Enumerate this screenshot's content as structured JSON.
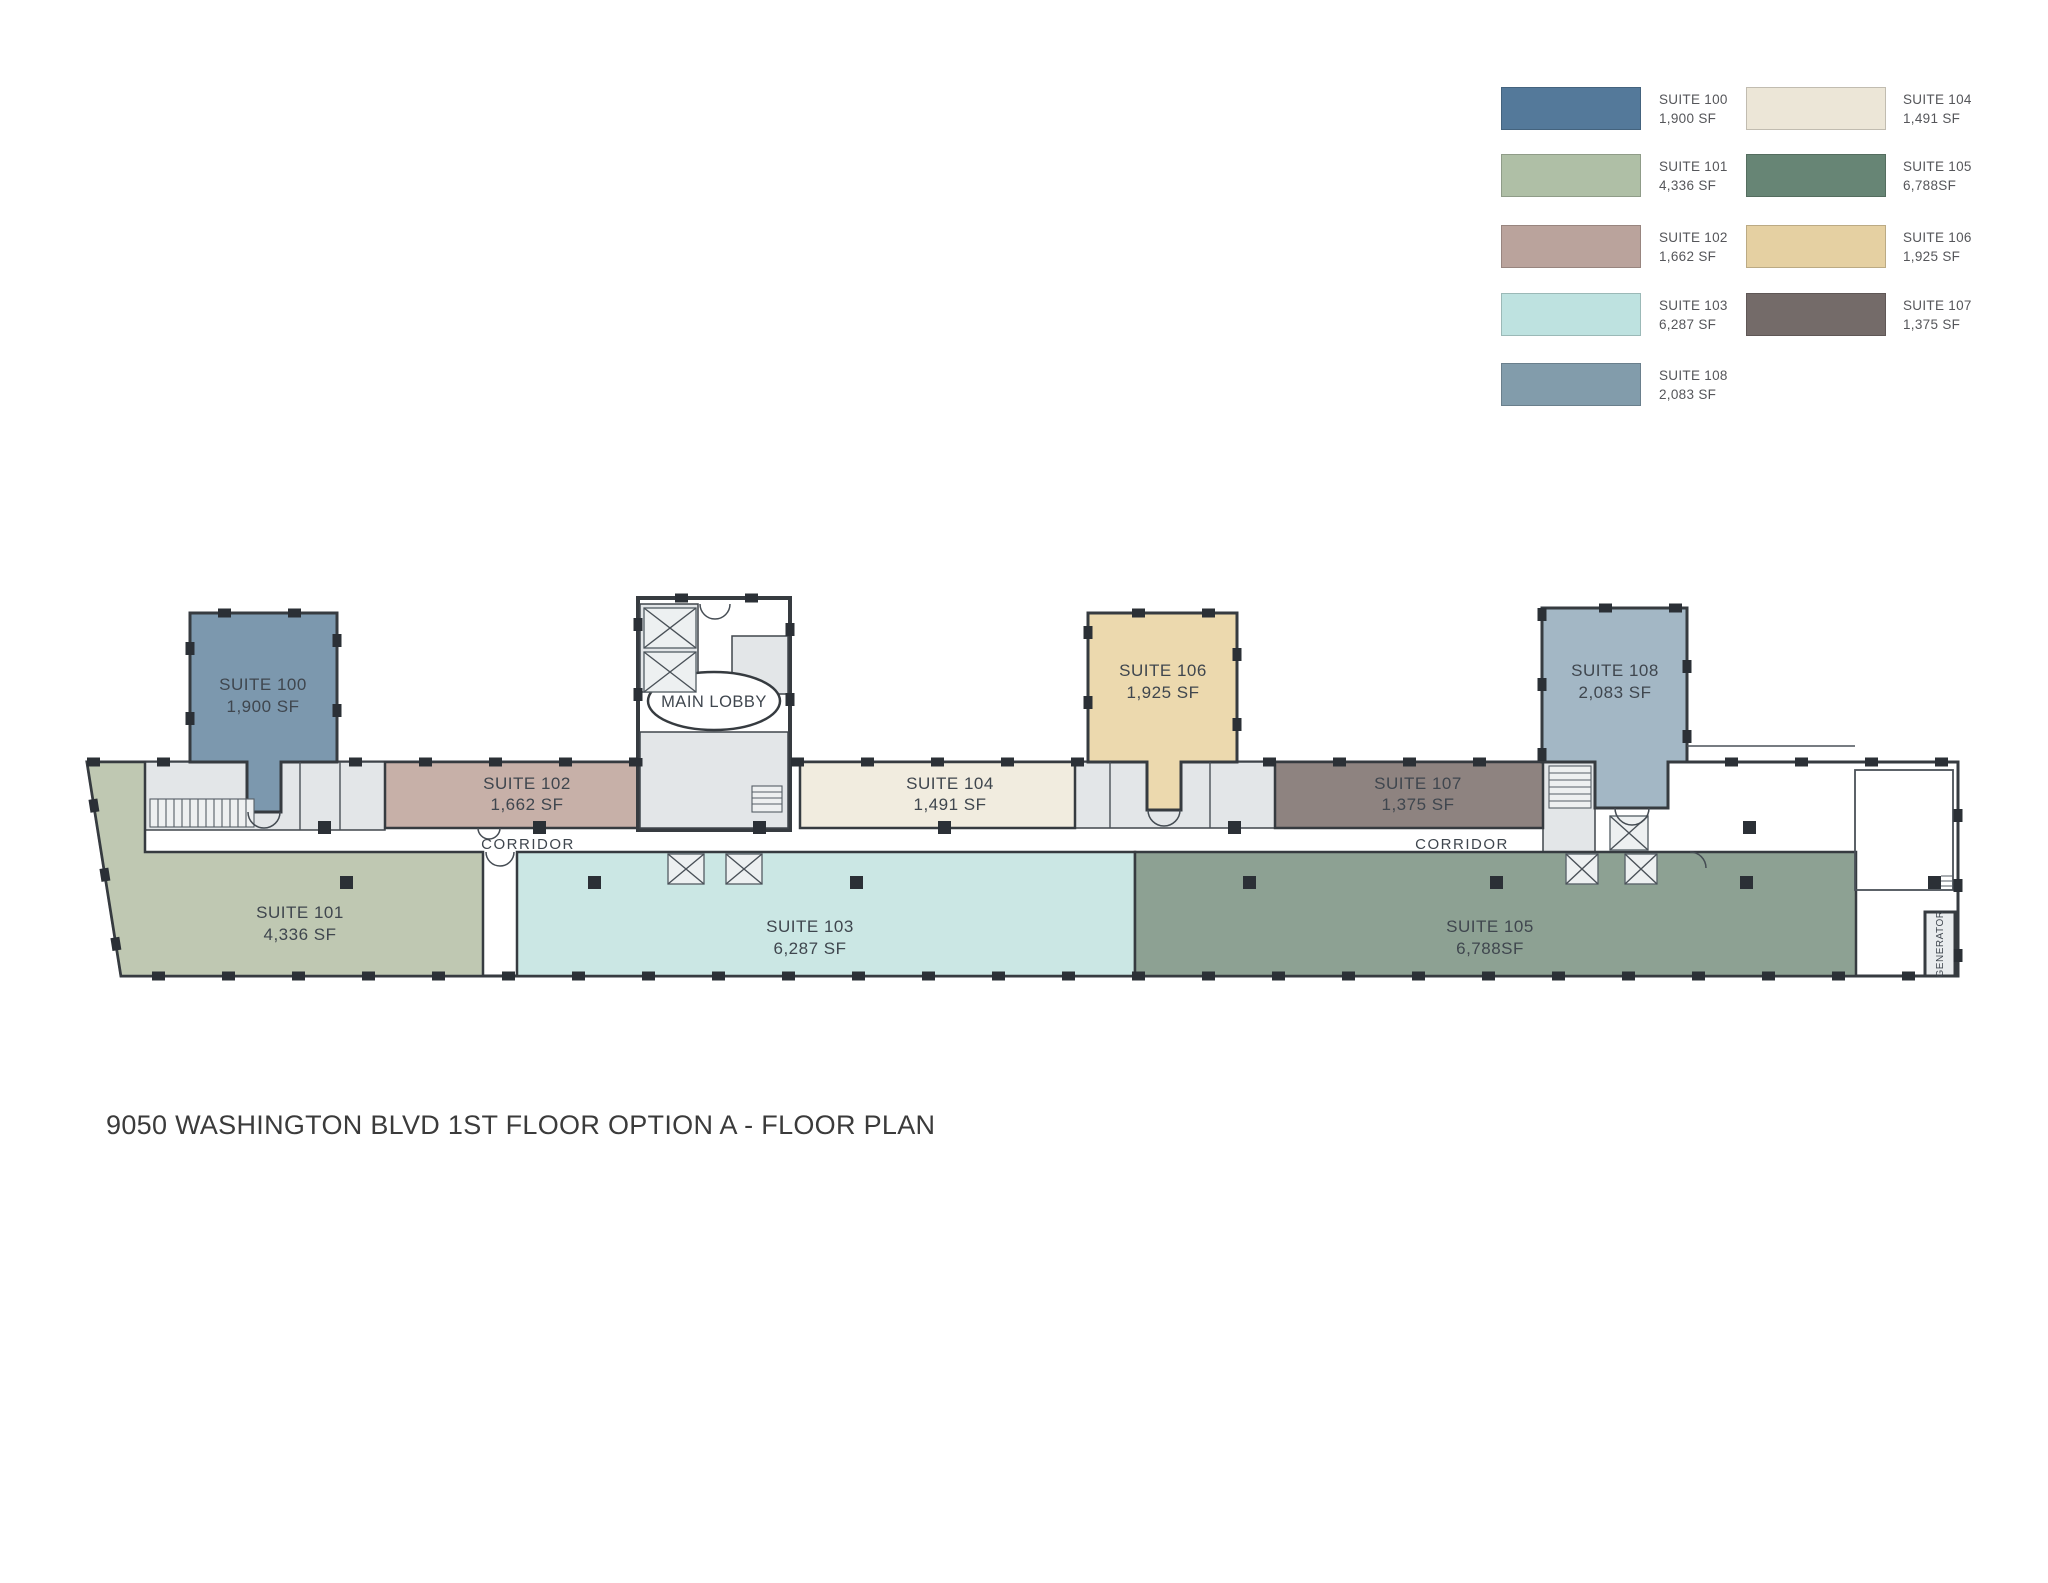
{
  "page": {
    "title": "9050 WASHINGTON BLVD 1ST FLOOR OPTION A - FLOOR PLAN"
  },
  "plan_labels": {
    "main_lobby": "MAIN LOBBY",
    "corridor": "CORRIDOR",
    "generator": "GENERATOR"
  },
  "suites": {
    "s100": {
      "name": "SUITE 100",
      "area": "1,900 SF",
      "legend_color": "#54799a",
      "plan_color": "#7c98ae"
    },
    "s101": {
      "name": "SUITE 101",
      "area": "4,336 SF",
      "legend_color": "#afbfa6",
      "plan_color": "#bfc8b2"
    },
    "s102": {
      "name": "SUITE 102",
      "area": "1,662 SF",
      "legend_color": "#baa39c",
      "plan_color": "#c7b0a8"
    },
    "s103": {
      "name": "SUITE 103",
      "area": "6,287 SF",
      "legend_color": "#bee2e0",
      "plan_color": "#cbe7e4"
    },
    "s104": {
      "name": "SUITE 104",
      "area": "1,491 SF",
      "legend_color": "#ece6d7",
      "plan_color": "#f1ecdf"
    },
    "s105": {
      "name": "SUITE 105",
      "area": "6,788SF",
      "legend_color": "#678575",
      "plan_color": "#8da193"
    },
    "s106": {
      "name": "SUITE 106",
      "area": "1,925 SF",
      "legend_color": "#e5d0a2",
      "plan_color": "#ecd9ae"
    },
    "s107": {
      "name": "SUITE 107",
      "area": "1,375 SF",
      "legend_color": "#746b69",
      "plan_color": "#8e8380"
    },
    "s108": {
      "name": "SUITE 108",
      "area": "2,083 SF",
      "legend_color": "#829cab",
      "plan_color": "#a3b7c5"
    }
  },
  "legend": {
    "column1": [
      "s100",
      "s101",
      "s102",
      "s103",
      "s108"
    ],
    "column2": [
      "s104",
      "s105",
      "s106",
      "s107"
    ]
  }
}
